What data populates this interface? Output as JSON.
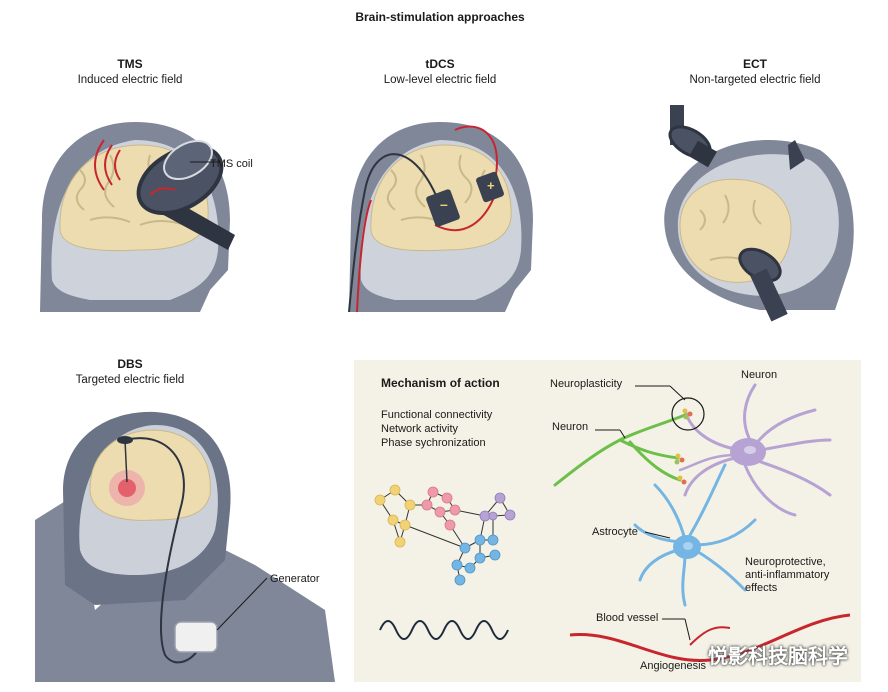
{
  "figure_title": "Brain-stimulation approaches",
  "tms": {
    "title": "TMS",
    "subtitle": "Induced electric field",
    "coil_label": "TMS coil"
  },
  "tdcs": {
    "title": "tDCS",
    "subtitle": "Low-level electric field",
    "minus": "–",
    "plus": "+"
  },
  "ect": {
    "title": "ECT",
    "subtitle": "Non-targeted electric field"
  },
  "dbs": {
    "title": "DBS",
    "subtitle": "Targeted electric field",
    "generator_label": "Generator"
  },
  "mechanism": {
    "heading": "Mechanism of action",
    "items": [
      "Functional connectivity",
      "Network activity",
      "Phase sychronization"
    ],
    "labels": {
      "neuroplasticity": "Neuroplasticity",
      "neuron_top": "Neuron",
      "neuron_left": "Neuron",
      "astrocyte": "Astrocyte",
      "neuroprotective": [
        "Neuroprotective,",
        "anti-inflammatory",
        "effects"
      ],
      "blood_vessel": "Blood vessel",
      "angiogenesis": "Angiogenesis"
    }
  },
  "watermark": "悦影科技脑科学",
  "colors": {
    "head": "#7f8799",
    "head_dark": "#6b7386",
    "skull": "#d9dbe3",
    "brain": "#ecdcb0",
    "device": "#3a4150",
    "red": "#c8262e",
    "green": "#6cc04a",
    "purple": "#b6a3d4",
    "blue": "#74b5e4",
    "yellow": "#f2d276",
    "pink": "#ef9aa8",
    "panel": "#f4f2e6"
  }
}
